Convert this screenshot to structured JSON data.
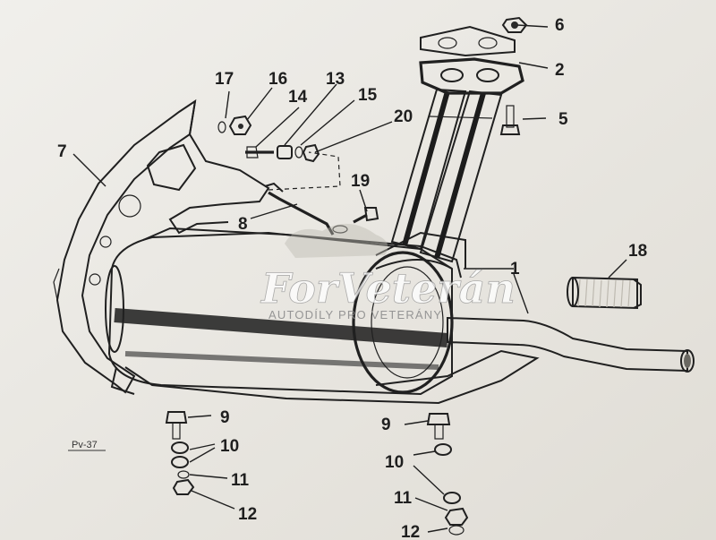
{
  "figure": {
    "figure_number": "Pv-37",
    "callouts": [
      {
        "id": "c1",
        "text": "1"
      },
      {
        "id": "c2",
        "text": "2"
      },
      {
        "id": "c5",
        "text": "5"
      },
      {
        "id": "c6",
        "text": "6"
      },
      {
        "id": "c7",
        "text": "7"
      },
      {
        "id": "c8",
        "text": "8"
      },
      {
        "id": "c9a",
        "text": "9"
      },
      {
        "id": "c9b",
        "text": "9"
      },
      {
        "id": "c10a",
        "text": "10"
      },
      {
        "id": "c10b",
        "text": "10"
      },
      {
        "id": "c11a",
        "text": "11"
      },
      {
        "id": "c11b",
        "text": "11"
      },
      {
        "id": "c12a",
        "text": "12"
      },
      {
        "id": "c12b",
        "text": "12"
      },
      {
        "id": "c13",
        "text": "13"
      },
      {
        "id": "c14",
        "text": "14"
      },
      {
        "id": "c15",
        "text": "15"
      },
      {
        "id": "c16",
        "text": "16"
      },
      {
        "id": "c17",
        "text": "17"
      },
      {
        "id": "c18",
        "text": "18"
      },
      {
        "id": "c19",
        "text": "19"
      },
      {
        "id": "c20",
        "text": "20"
      }
    ]
  },
  "watermark": {
    "brand": "ForVeterán",
    "tagline": "AUTODÍLY PRO VETERÁNY"
  },
  "colors": {
    "paper": "#e9e7e1",
    "ink": "#202020"
  }
}
